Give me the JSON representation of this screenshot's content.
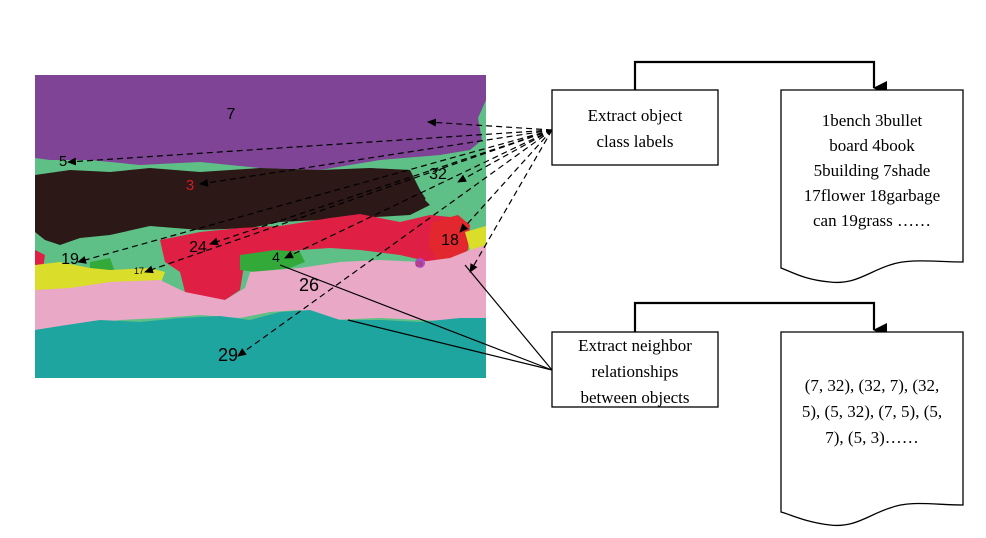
{
  "segmentation": {
    "region_labels": [
      "7",
      "5",
      "3",
      "32",
      "24",
      "19",
      "17",
      "4",
      "18",
      "26",
      "29",
      "29"
    ],
    "colors": {
      "shade": "#7f4496",
      "building": "#2c1817",
      "grass": "#5ec086",
      "flower": "#e01f45",
      "garbage_can": "#e2272e",
      "book": "#33a93a",
      "bench": "#dadd2a",
      "ground": "#e9a8c6",
      "water": "#1ea59f",
      "highlight_label": "#d11d24"
    }
  },
  "steps": {
    "extract_labels": {
      "line1": "Extract object",
      "line2": "class labels"
    },
    "extract_relations": {
      "line1": "Extract neighbor",
      "line2": "relationships",
      "line3": "between objects"
    }
  },
  "outputs": {
    "labels_doc": [
      "1bench  3bullet",
      "board  4book",
      "5building  7shade",
      "17flower 18garbage",
      "can 19grass ……"
    ],
    "relations_doc": [
      "(7, 32),  (32, 7), (32,",
      "5), (5, 32), (7, 5), (5,",
      "7), (5, 3)……"
    ]
  }
}
